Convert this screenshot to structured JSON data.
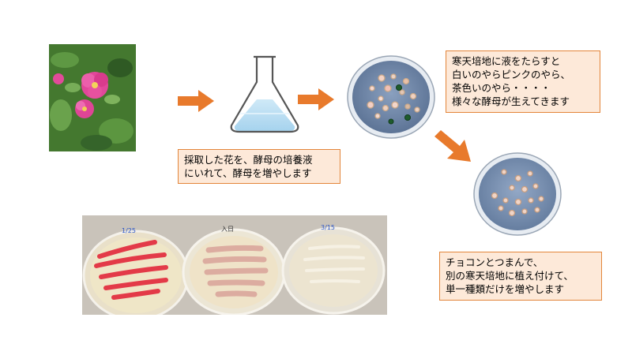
{
  "notes": {
    "step1": [
      "採取した花を、酵母の培養液",
      "にいれて、酵母を増やします"
    ],
    "step2": [
      "寒天培地に液をたらすと",
      "白いのやらピンクのやら、",
      "茶色いのやら・・・・",
      "様々な酵母が生えてきます"
    ],
    "step3": [
      "チョコンとつまんで、",
      "別の寒天培地に植え付けて、",
      "単一種類だけを増やします"
    ]
  },
  "plate_labels": [
    "1/25",
    "入日",
    "3/15"
  ],
  "colors": {
    "arrow": "#e87a2c",
    "note_fill": "#fde9d9",
    "note_border": "#e3853a",
    "culture_liquid": "#bfe1f3",
    "petri_agar": "#6f86a8"
  },
  "icons": {
    "arrow": "right-arrow-icon",
    "diagonal_arrow": "down-right-arrow-icon",
    "flask": "erlenmeyer-flask-icon",
    "dish": "petri-dish-icon"
  }
}
